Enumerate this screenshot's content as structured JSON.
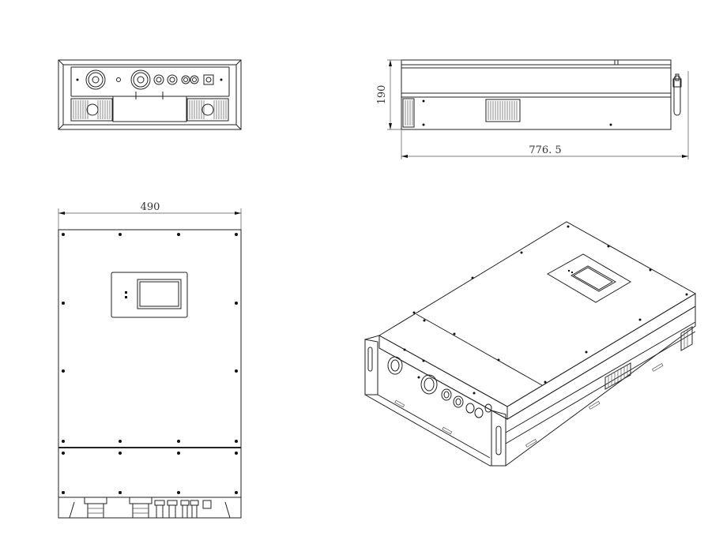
{
  "dimensions": {
    "width": "490",
    "height": "190",
    "depth": "776. 5"
  }
}
